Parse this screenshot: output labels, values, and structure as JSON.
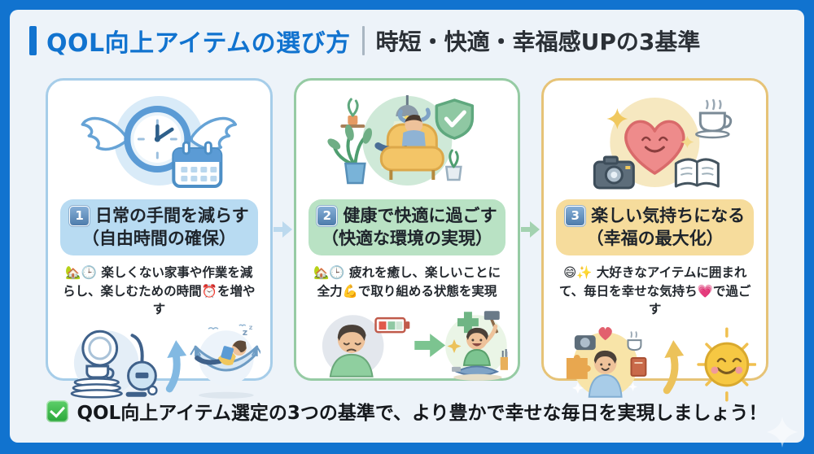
{
  "header": {
    "title_main": "QOL向上アイテムの選び方",
    "divider": "｜",
    "title_sub": "時短・快適・幸福感UPの3基準",
    "accent_color": "#1173cf"
  },
  "cards": [
    {
      "number": "1",
      "title": "日常の手間を減らす",
      "subtitle": "（自由時間の確保）",
      "description": "🏡🕒 楽しくない家事や作業を減らし、楽しむための時間⏰を増やす",
      "border_color": "#a6cde9",
      "badge_color": "#b8dbf2",
      "top_illustration": "winged-clock-and-calendar",
      "bottom_illustration": "dishes-vacuum-arrow-hammock"
    },
    {
      "number": "2",
      "title": "健康で快適に過ごす",
      "subtitle": "（快適な環境の実現）",
      "description": "🏡🕒 疲れを癒し、楽しいことに全力💪で取り組める状態を実現",
      "border_color": "#96cba4",
      "badge_color": "#b9e2c4",
      "top_illustration": "relaxing-in-armchair-shield-check",
      "bottom_illustration": "tired-low-battery-arrow-energized-hobby"
    },
    {
      "number": "3",
      "title": "楽しい気持ちになる",
      "subtitle": "（幸福の最大化）",
      "description": "😄✨ 大好きなアイテムに囲まれて、毎日を幸せな気持ち💗で過ごす",
      "border_color": "#e6c377",
      "badge_color": "#f6dc9c",
      "top_illustration": "smiling-heart-coffee-camera-book",
      "bottom_illustration": "person-with-favorite-items-arrow-smiling-sun"
    }
  ],
  "arrows": [
    {
      "from": 1,
      "to": 2,
      "color": "#bcd9ee"
    },
    {
      "from": 2,
      "to": 3,
      "color": "#a3d2b0"
    }
  ],
  "footer": {
    "check_icon": "✅",
    "text": "QOL向上アイテム選定の3つの基準で、より豊かで幸せな毎日を実現しましょう！"
  }
}
